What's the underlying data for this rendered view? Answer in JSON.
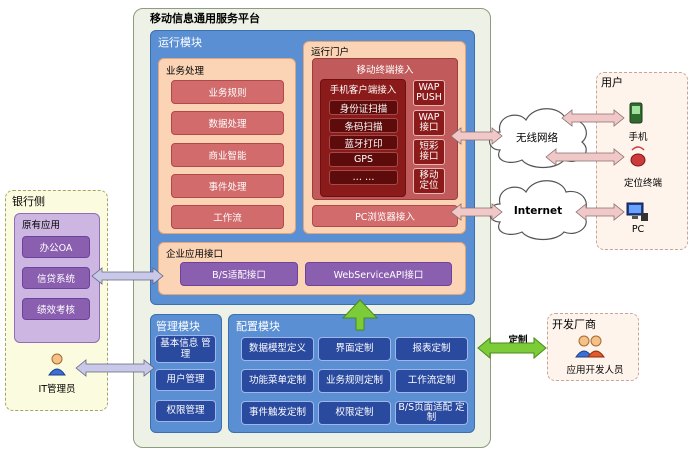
{
  "platform": {
    "title": "移动信息通用服务平台",
    "runtime": {
      "title": "运行模块",
      "business": {
        "title": "业务处理",
        "items": [
          "业务规则",
          "数据处理",
          "商业智能",
          "事件处理",
          "工作流"
        ]
      },
      "portal": {
        "title": "运行门户",
        "mobile_access": {
          "title": "移动终端接入",
          "client": {
            "title": "手机客户端接入",
            "items": [
              "身份证扫描",
              "条码扫描",
              "蓝牙打印",
              "GPS",
              "… …"
            ]
          },
          "right_items": [
            "WAP PUSH",
            "WAP 接口",
            "短彩 接口",
            "移动 定位"
          ]
        },
        "pc_browser": "PC浏览器接入"
      },
      "enterprise": {
        "title": "企业应用接口",
        "items": [
          "B/S适配接口",
          "WebServiceAPI接口"
        ]
      }
    },
    "management": {
      "title": "管理模块",
      "items": [
        "基本信息 管理",
        "用户管理",
        "权限管理"
      ]
    },
    "config": {
      "title": "配置模块",
      "items": [
        "数据模型定义",
        "界面定制",
        "报表定制",
        "功能菜单定制",
        "业务规则定制",
        "工作流定制",
        "事件触发定制",
        "权限定制",
        "B/S页面适配 定制"
      ]
    }
  },
  "bank": {
    "title": "银行侧",
    "apps_title": "原有应用",
    "apps": [
      "办公OA",
      "信贷系统",
      "绩效考核"
    ],
    "it_admin": "IT管理员"
  },
  "users": {
    "title": "用户",
    "items": [
      "手机",
      "定位终端",
      "PC"
    ]
  },
  "clouds": [
    "无线网络",
    "Internet"
  ],
  "developer": {
    "title": "开发厂商",
    "label": "应用开发人员",
    "link_label": "定制"
  },
  "colors": {
    "module_blue": "#5b8fd3",
    "dark_blue_button": "#2a4aa0",
    "peach_panel": "#fbd3b5",
    "red_button": "#d26b6b",
    "dark_red": "#8b1b1b",
    "purple": "#8b5fb0",
    "green_arrow": "#7ccc3a",
    "pink_arrow": "#f0c8c8",
    "lavender_arrow": "#c8c8e8"
  }
}
